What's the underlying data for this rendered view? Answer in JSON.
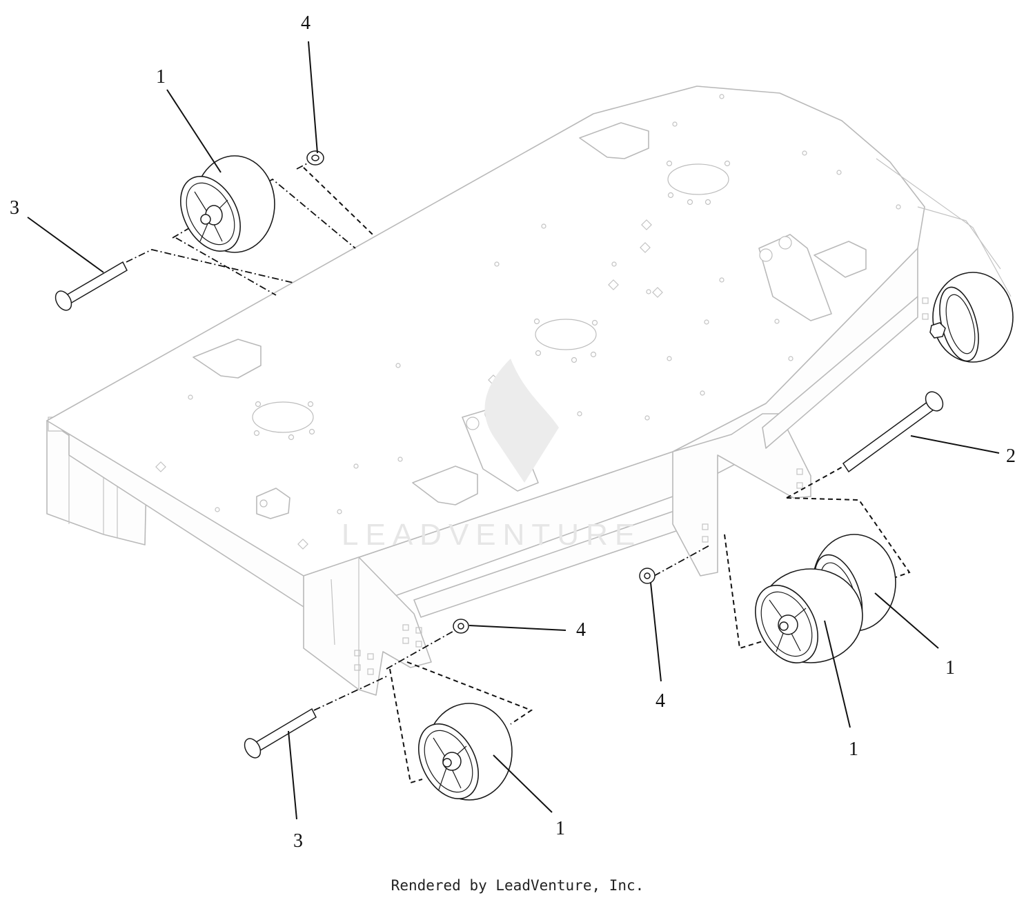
{
  "callouts": [
    {
      "id": "wheel-top-left",
      "label": "1"
    },
    {
      "id": "nut-top",
      "label": "4"
    },
    {
      "id": "bolt-top-left",
      "label": "3"
    },
    {
      "id": "bolt-right",
      "label": "2"
    },
    {
      "id": "nut-front-left",
      "label": "4"
    },
    {
      "id": "nut-front-right",
      "label": "4"
    },
    {
      "id": "wheel-right-rear",
      "label": "1"
    },
    {
      "id": "wheel-right-front",
      "label": "1"
    },
    {
      "id": "bolt-bottom-left",
      "label": "3"
    },
    {
      "id": "wheel-bottom",
      "label": "1"
    }
  ],
  "watermark": "LEADVENTURE",
  "footer": "Rendered by LeadVenture, Inc."
}
